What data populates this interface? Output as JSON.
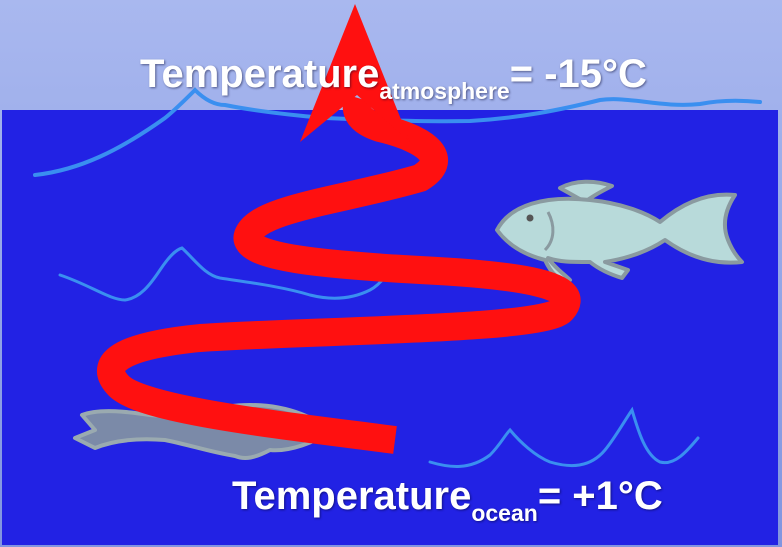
{
  "labels": {
    "atmosphere": {
      "prefix": "Temperature",
      "subscript": "atmosphere",
      "suffix": "= -15°C"
    },
    "ocean": {
      "prefix": "Temperature",
      "subscript": "ocean",
      "suffix": "= +1°C"
    }
  },
  "colors": {
    "sky": "#8fa3e6",
    "ocean": "#2323e6",
    "wave": "#3a8ff0",
    "arrow": "#ff1010",
    "fish": "#b8dada",
    "fish_outline": "#8a9aa0",
    "text": "#ffffff"
  },
  "icons": [
    "heat-arrow-icon",
    "fish-icon",
    "bottom-fish-icon",
    "wave-icon"
  ]
}
